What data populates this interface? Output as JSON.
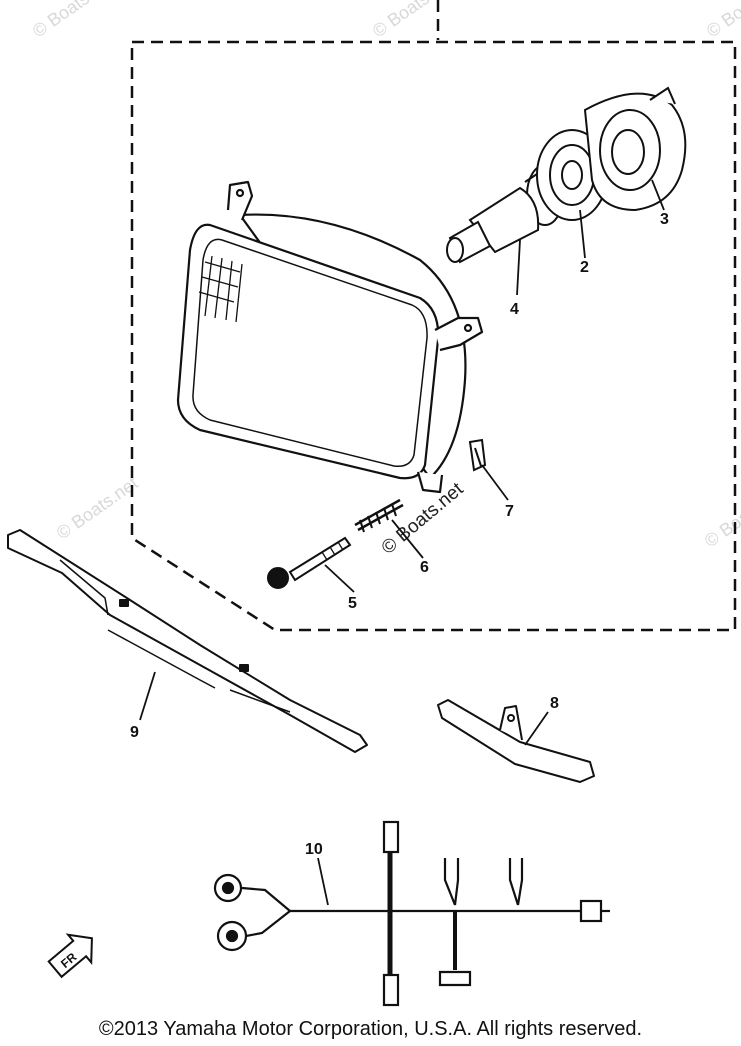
{
  "watermark": "© Boats.net",
  "parts": [
    {
      "id": "headlight-assembly-kit",
      "label": ""
    },
    {
      "id": "socket",
      "label": "2"
    },
    {
      "id": "bulb-cover",
      "label": "3"
    },
    {
      "id": "bulb",
      "label": "4"
    },
    {
      "id": "adjust-screw",
      "label": "5"
    },
    {
      "id": "spring",
      "label": "6"
    },
    {
      "id": "nut-clip",
      "label": "7"
    },
    {
      "id": "bracket-stay",
      "label": "8"
    },
    {
      "id": "lower-bracket",
      "label": "9"
    },
    {
      "id": "wire-harness",
      "label": "10"
    }
  ],
  "fr_marker": "FR",
  "copyright": "©2013 Yamaha Motor Corporation, U.S.A. All rights reserved."
}
